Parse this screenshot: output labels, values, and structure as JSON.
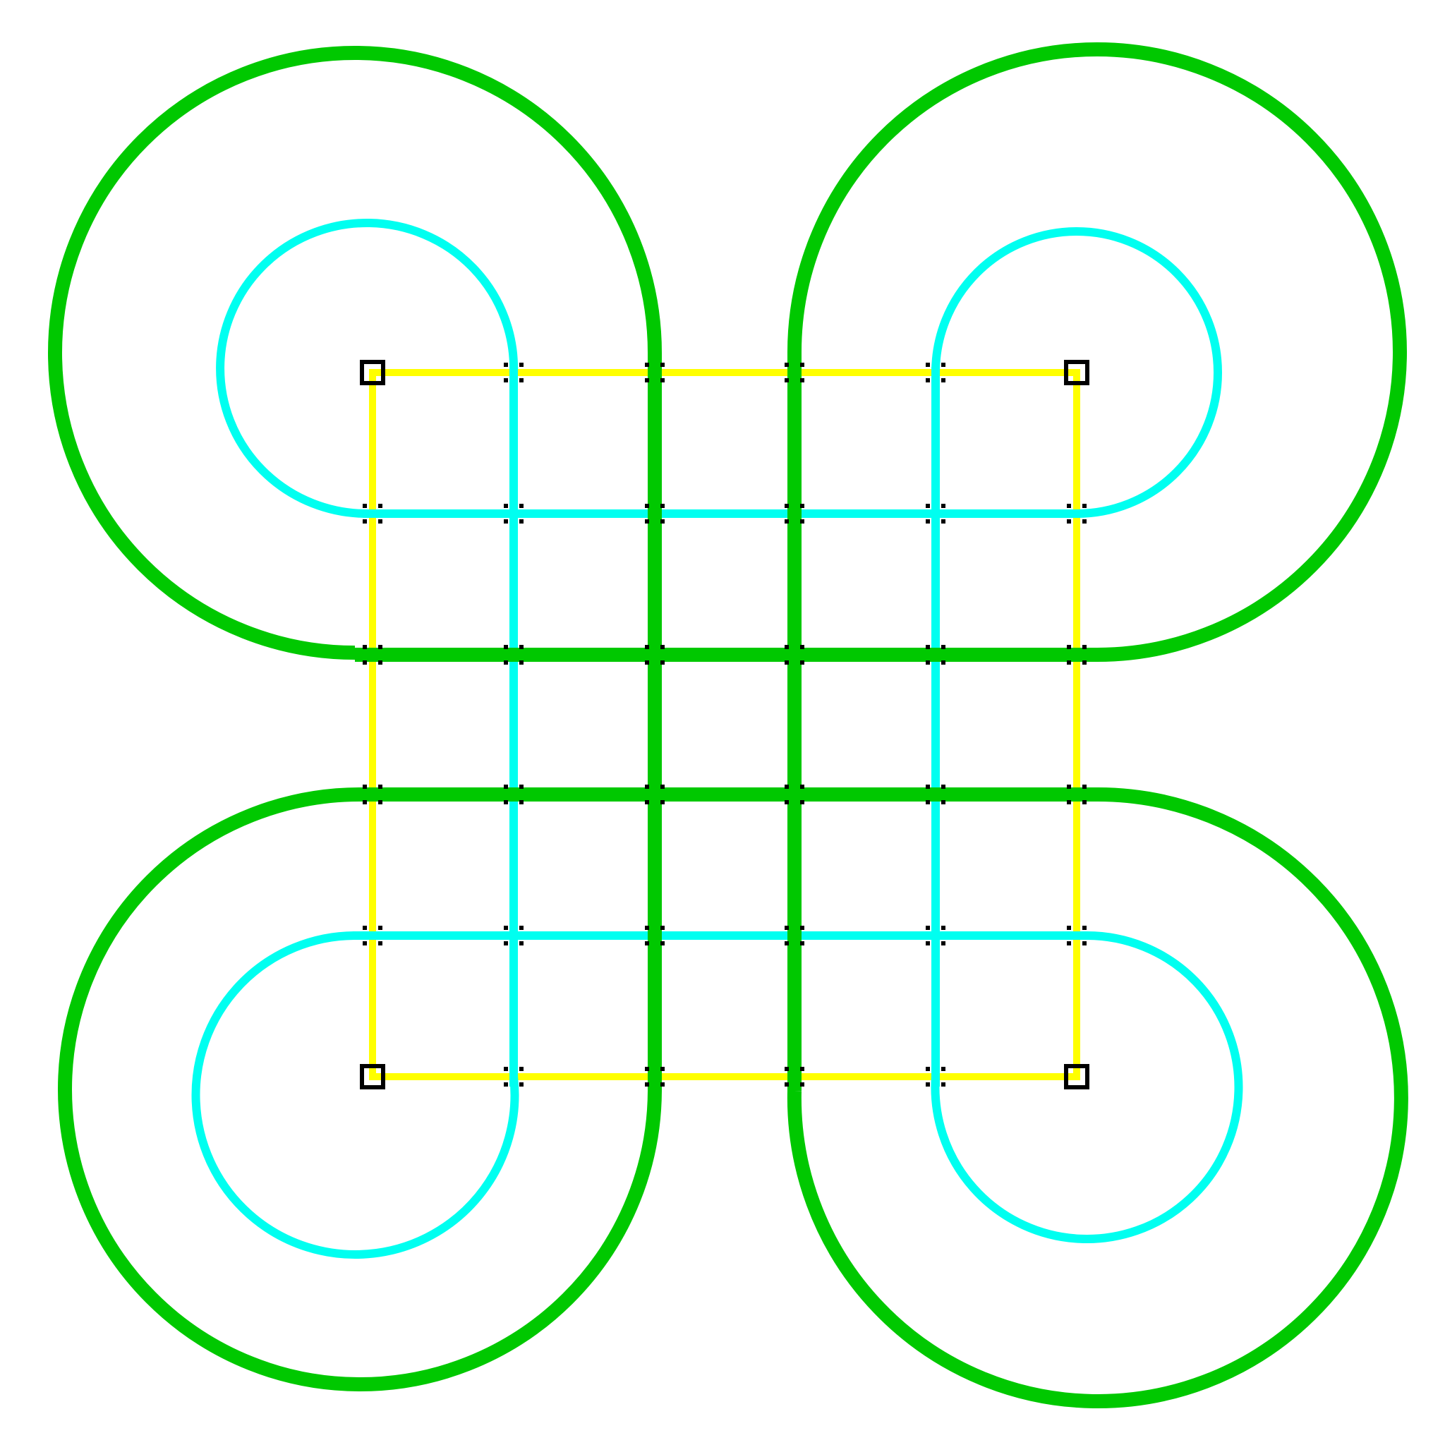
{
  "diagram": {
    "description_visible_text": "",
    "colors": {
      "background": "#ffffff",
      "outer_loop": "#00c800",
      "inner_loop": "#00fff0",
      "frame": "#ffff00",
      "marker": "#000000"
    },
    "grid": {
      "rows": 6,
      "columns": 6
    },
    "elements": {
      "outer_loops": 4,
      "inner_loops": 4,
      "frame_square": 1
    }
  }
}
